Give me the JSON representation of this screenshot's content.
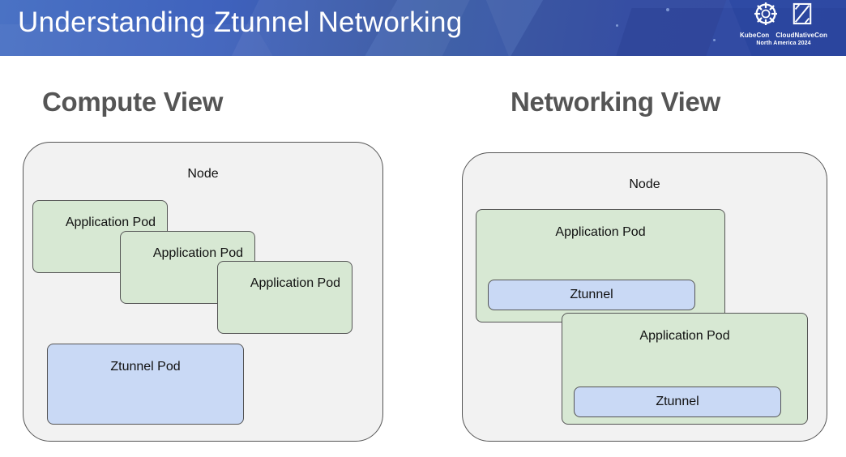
{
  "header": {
    "title": "Understanding Ztunnel Networking",
    "logos": {
      "kubecon_icon": "helm-wheel-icon",
      "cloudnativecon_icon": "cube-diagonal-icon",
      "kubecon_label": "KubeCon",
      "cloudnativecon_label": "CloudNativeCon",
      "region_year": "North America 2024"
    },
    "colors": {
      "gradient_left": "#4a72c4",
      "gradient_right": "#2b439b",
      "title_color": "#ffffff"
    }
  },
  "colors": {
    "node_fill": "#f2f2f2",
    "node_stroke": "#555555",
    "pod_green_fill": "#d7e8d3",
    "pod_blue_fill": "#c9d9f5",
    "title_gray": "#555555",
    "text_black": "#111111"
  },
  "compute_view": {
    "title": "Compute View",
    "node_label": "Node",
    "pods": [
      {
        "label": "Application Pod",
        "kind": "application"
      },
      {
        "label": "Application Pod",
        "kind": "application"
      },
      {
        "label": "Application Pod",
        "kind": "application"
      },
      {
        "label": "Ztunnel Pod",
        "kind": "ztunnel"
      }
    ]
  },
  "networking_view": {
    "title": "Networking View",
    "node_label": "Node",
    "pods": [
      {
        "label": "Application Pod",
        "kind": "application",
        "child": {
          "label": "Ztunnel",
          "kind": "ztunnel"
        }
      },
      {
        "label": "Application Pod",
        "kind": "application",
        "child": {
          "label": "Ztunnel",
          "kind": "ztunnel"
        }
      }
    ]
  }
}
